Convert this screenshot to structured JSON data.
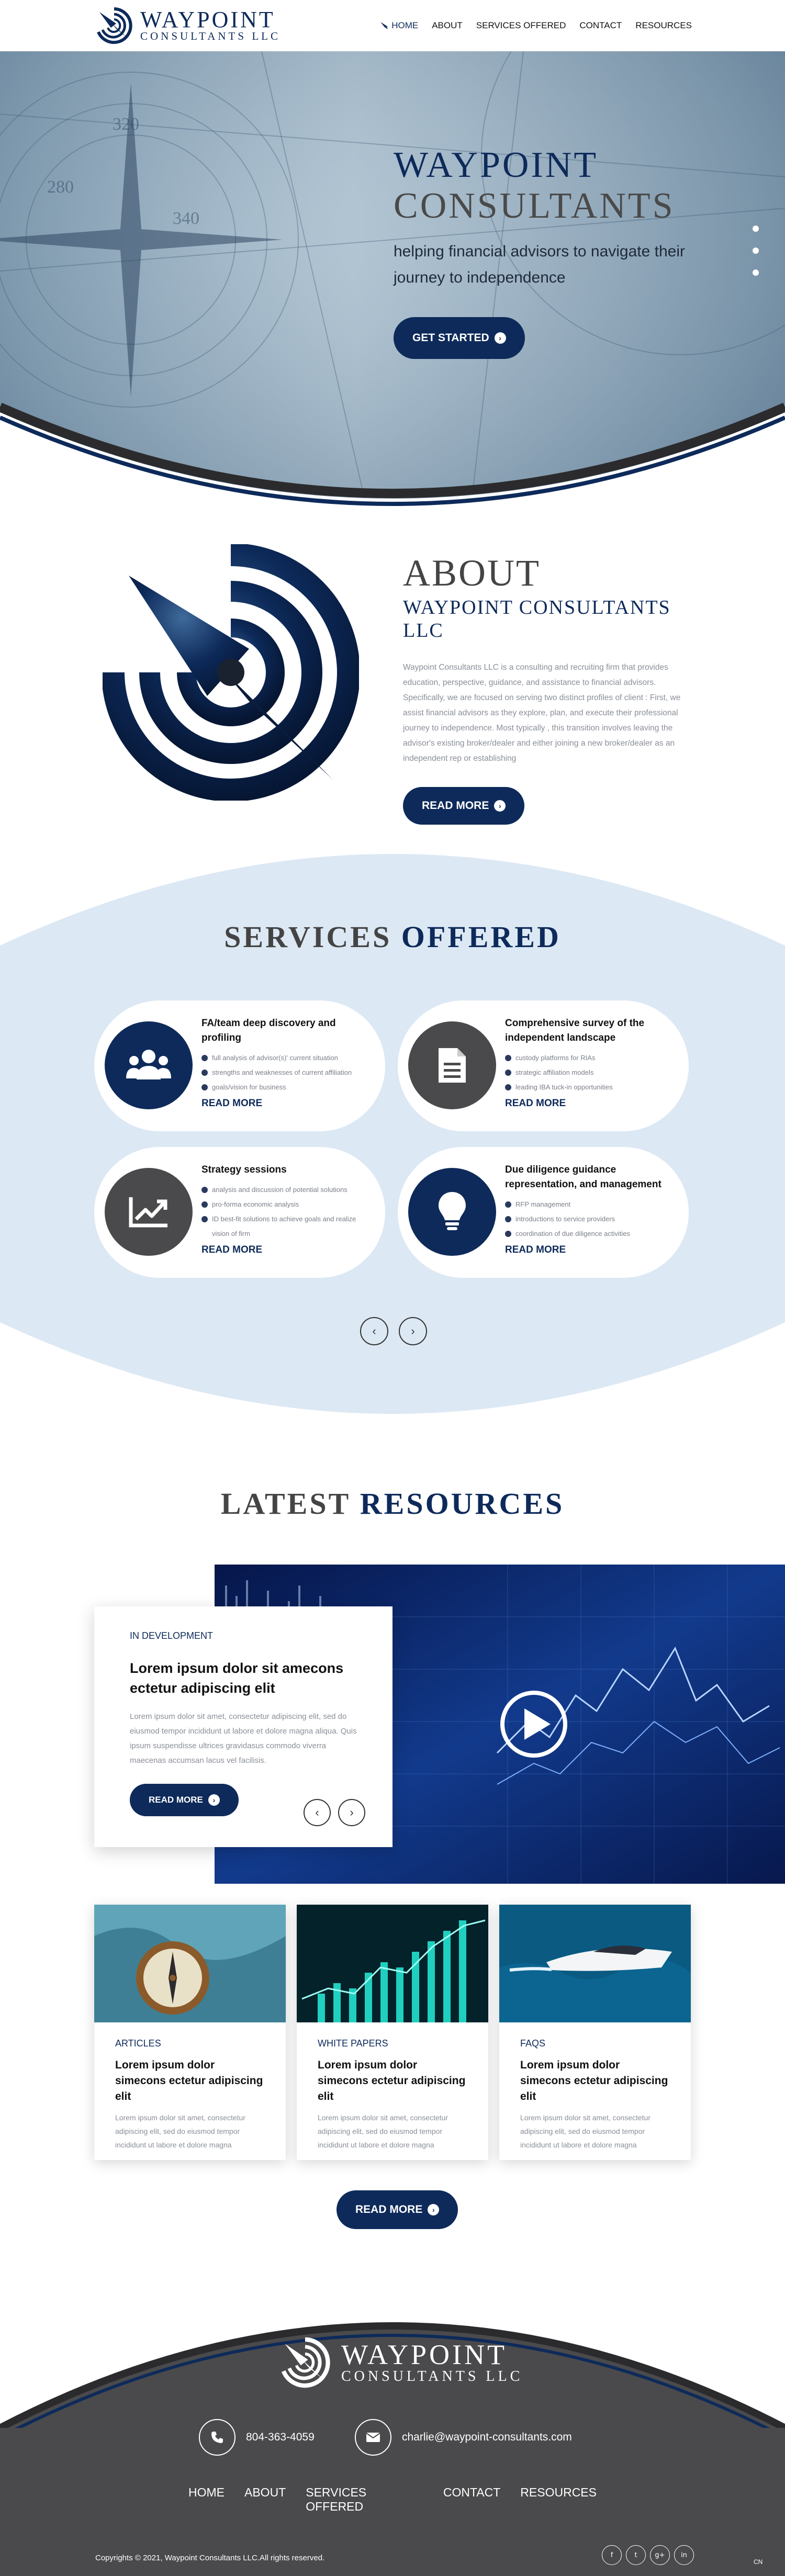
{
  "brand": {
    "title": "WAYPOINT",
    "subtitle": "CONSULTANTS LLC"
  },
  "nav": [
    {
      "label": "HOME",
      "active": true
    },
    {
      "label": "ABOUT"
    },
    {
      "label": "SERVICES OFFERED"
    },
    {
      "label": "CONTACT"
    },
    {
      "label": "RESOURCES"
    }
  ],
  "hero": {
    "title_line1": "WAYPOINT",
    "title_line2": "CONSULTANTS",
    "tagline": "helping financial advisors to navigate their journey to independence",
    "button": "GET STARTED"
  },
  "about": {
    "title": "ABOUT",
    "subtitle": "WAYPOINT CONSULTANTS LLC",
    "body": "Waypoint Consultants LLC is a consulting and recruiting firm that provides education, perspective, guidance, and assistance to financial advisors. Specifically, we are focused on serving two distinct profiles of client : First, we assist financial advisors as they explore, plan, and execute their professional journey to independence. Most typically , this transition involves leaving the advisor's existing broker/dealer and either joining a new broker/dealer as an independent rep or establishing",
    "button": "READ MORE"
  },
  "services": {
    "title_plain": "SERVICES",
    "title_accent": "OFFERED",
    "cards": [
      {
        "icon": "group-icon",
        "title": "FA/team deep discovery and profiling",
        "items": [
          "full analysis of advisor(s)' current situation",
          "strengths and weaknesses of current affiliation",
          "goals/vision for business"
        ],
        "link": "READ MORE"
      },
      {
        "icon": "document-icon",
        "title": "Comprehensive survey of the independent landscape",
        "items": [
          "custody platforms for RIAs",
          "strategic affiliation models",
          "leading IBA tuck-in opportunities"
        ],
        "link": "READ MORE"
      },
      {
        "icon": "chart-icon",
        "title": "Strategy sessions",
        "items": [
          "analysis and discussion of potential solutions",
          "pro-forma economic analysis",
          "ID best-fit solutions to achieve goals and realize vision of firm"
        ],
        "link": "READ MORE"
      },
      {
        "icon": "lightbulb-icon",
        "title": "Due diligence guidance representation, and management",
        "items": [
          "RFP management",
          "introductions to service providers",
          "coordination of due diligence activities"
        ],
        "link": "READ MORE"
      }
    ]
  },
  "resources": {
    "title_plain": "LATEST",
    "title_accent": "RESOURCES",
    "feature": {
      "category": "IN DEVELOPMENT",
      "title": "Lorem ipsum dolor sit amecons ectetur adipiscing elit",
      "body": "Lorem ipsum dolor sit amet, consectetur adipiscing elit, sed do eiusmod tempor incididunt ut labore et dolore magna aliqua. Quis ipsum suspendisse ultrices gravidasus commodo viverra maecenas accumsan lacus vel facilisis.",
      "button": "READ MORE"
    },
    "cards": [
      {
        "category": "ARTICLES",
        "title": "Lorem ipsum dolor simecons ectetur adipiscing elit",
        "text": "Lorem ipsum dolor sit amet, consectetur adipiscing elit, sed do eiusmod tempor incididunt ut labore et dolore magna"
      },
      {
        "category": "WHITE PAPERS",
        "title": "Lorem ipsum dolor simecons ectetur adipiscing elit",
        "text": "Lorem ipsum dolor sit amet, consectetur adipiscing elit, sed do eiusmod tempor incididunt ut labore et dolore magna"
      },
      {
        "category": "FAQS",
        "title": "Lorem ipsum dolor simecons ectetur adipiscing elit",
        "text": "Lorem ipsum dolor sit amet, consectetur adipiscing elit, sed do eiusmod tempor incididunt ut labore et dolore magna"
      }
    ],
    "button": "READ MORE"
  },
  "footer": {
    "brand_title": "WAYPOINT",
    "brand_subtitle": "CONSULTANTS LLC",
    "phone": "804-363-4059",
    "email": "charlie@waypoint-consultants.com",
    "nav": [
      "HOME",
      "ABOUT",
      "SERVICES OFFERED",
      "CONTACT",
      "RESOURCES"
    ],
    "copyright": "Copyrights © 2021, Waypoint Consultants LLC.All rights reserved.",
    "social": [
      "f",
      "t",
      "g+",
      "in"
    ],
    "corner": "CN"
  },
  "colors": {
    "navy": "#0d2a5a",
    "light_blue_band": "#dce8f4",
    "footer_gray": "#4a4a4c"
  }
}
